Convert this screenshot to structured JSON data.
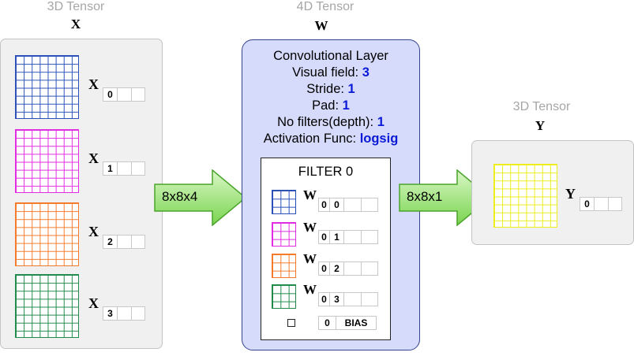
{
  "input": {
    "type_label": "3D Tensor",
    "name": "X",
    "channels": [
      {
        "symbol": "X",
        "index": "0",
        "color": "#2a4fb8"
      },
      {
        "symbol": "X",
        "index": "1",
        "color": "#e12ae1"
      },
      {
        "symbol": "X",
        "index": "2",
        "color": "#f47a2a"
      },
      {
        "symbol": "X",
        "index": "3",
        "color": "#1f8a4a"
      }
    ]
  },
  "arrow_in": {
    "label": "8x8x4"
  },
  "layer": {
    "type_label": "4D Tensor",
    "name": "W",
    "title": "Convolutional Layer",
    "params": [
      {
        "label": "Visual field:",
        "value": "3"
      },
      {
        "label": "Stride:",
        "value": "1"
      },
      {
        "label": "Pad:",
        "value": "1"
      },
      {
        "label": "No filters(depth):",
        "value": "1"
      },
      {
        "label": "Activation Func:",
        "value": "logsig"
      }
    ],
    "filter": {
      "title": "FILTER 0",
      "weights": [
        {
          "symbol": "W",
          "index_a": "0",
          "index_b": "0",
          "color": "#2a4fb8"
        },
        {
          "symbol": "W",
          "index_a": "0",
          "index_b": "1",
          "color": "#e12ae1"
        },
        {
          "symbol": "W",
          "index_a": "0",
          "index_b": "2",
          "color": "#f47a2a"
        },
        {
          "symbol": "W",
          "index_a": "0",
          "index_b": "3",
          "color": "#1f8a4a"
        }
      ],
      "bias": {
        "index": "0",
        "label": "BIAS"
      }
    }
  },
  "arrow_out": {
    "label": "8x8x1"
  },
  "output": {
    "type_label": "3D Tensor",
    "name": "Y",
    "channel": {
      "symbol": "Y",
      "index": "0",
      "color": "#eded1a"
    }
  }
}
